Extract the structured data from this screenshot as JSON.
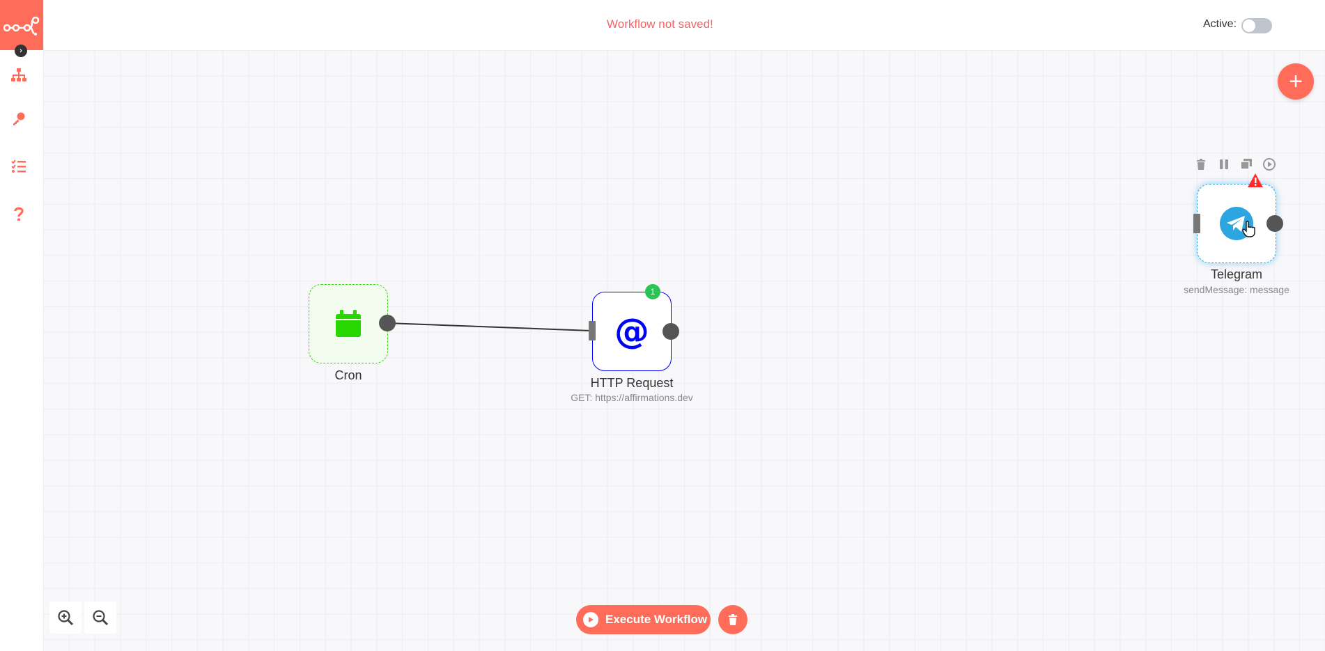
{
  "header": {
    "status": "Workflow not saved!",
    "active_label": "Active:",
    "active": false
  },
  "sidebar": {
    "items": [
      {
        "icon": "network-icon"
      },
      {
        "icon": "key-icon"
      },
      {
        "icon": "list-check-icon"
      },
      {
        "icon": "help-icon"
      }
    ]
  },
  "nodes": {
    "cron": {
      "title": "Cron",
      "subtitle": ""
    },
    "http": {
      "title": "HTTP Request",
      "subtitle": "GET: https://affirmations.dev",
      "badge": "1"
    },
    "telegram": {
      "title": "Telegram",
      "subtitle": "sendMessage: message"
    }
  },
  "controls": {
    "execute_label": "Execute Workflow"
  },
  "colors": {
    "accent": "#ff6d5a",
    "error": "#f56565",
    "success": "#29c454",
    "cron": "#29d700",
    "http": "#0004f5",
    "telegram": "#2ca5e0"
  }
}
